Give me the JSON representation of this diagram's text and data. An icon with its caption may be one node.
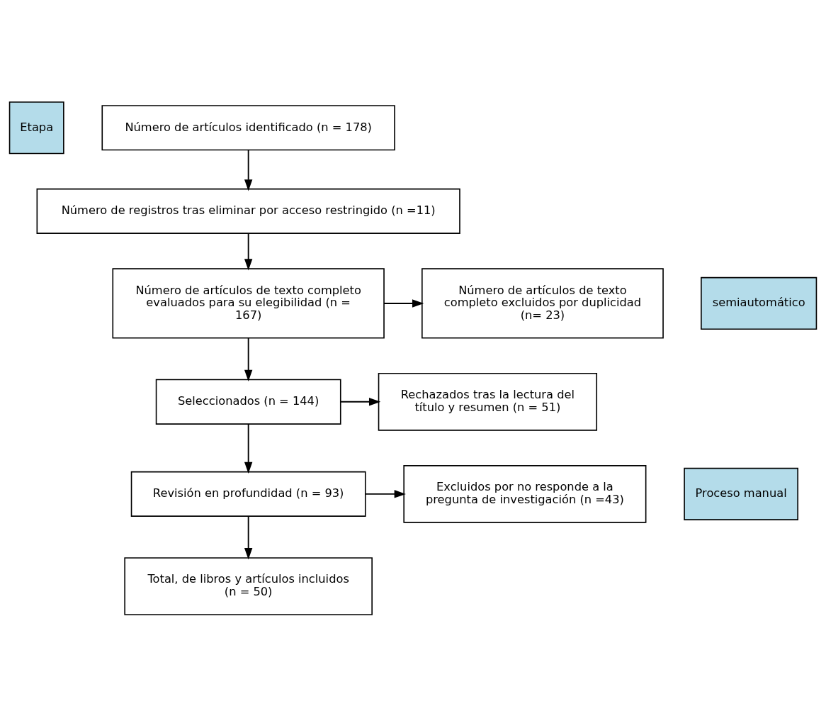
{
  "diagram": {
    "nodes": [
      {
        "text": [
          "Etapa"
        ]
      },
      {
        "text": [
          "Número de artículos identificado (n = 178)"
        ]
      },
      {
        "text": [
          "Número de registros tras eliminar por acceso restringido (n =11)"
        ]
      },
      {
        "text": [
          "semiautomático"
        ]
      },
      {
        "text": [
          "Número de artículos de texto completo evaluados para su elegibilidad (n = 167)"
        ]
      },
      {
        "text": [
          "Número de artículos de texto completo excluidos por duplicidad (n= 23)"
        ]
      },
      {
        "text": [
          "Seleccionados (n = 144)"
        ]
      },
      {
        "text": [
          "Rechazados tras la lectura del título y resumen (n = 51)"
        ]
      },
      {
        "text": [
          "Proceso manual"
        ]
      },
      {
        "text": [
          "Revisión en profundidad (n = 93)"
        ]
      },
      {
        "text": [
          "Excluidos por no responde a la pregunta de investigación (n =43)"
        ]
      },
      {
        "text": [
          "Total, de libros y artículos incluidos (n = 50)"
        ]
      }
    ],
    "edges": [
      {
        "from": 1,
        "to": 2,
        "arrow": "to"
      },
      {
        "from": 2,
        "to": 4,
        "arrow": "to"
      },
      {
        "from": 4,
        "to": 5,
        "arrow": "to"
      },
      {
        "from": 4,
        "to": 6,
        "arrow": "to"
      },
      {
        "from": 6,
        "to": 7,
        "arrow": "to"
      },
      {
        "from": 6,
        "to": 9,
        "arrow": "to"
      },
      {
        "from": 9,
        "to": 10,
        "arrow": "to"
      },
      {
        "from": 9,
        "to": 11,
        "arrow": "to"
      }
    ]
  }
}
